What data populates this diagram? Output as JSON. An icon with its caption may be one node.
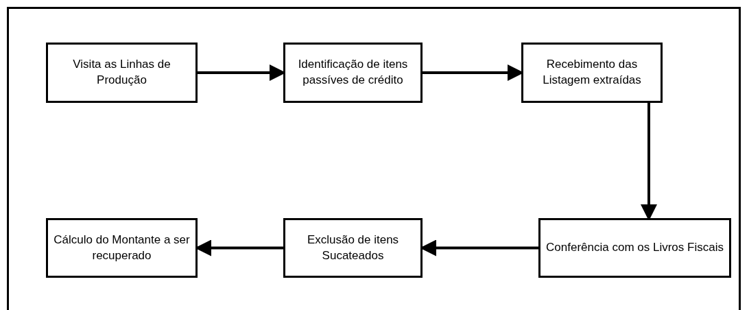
{
  "diagram": {
    "nodes": [
      {
        "text": [
          "Visita as Linhas de Produção"
        ]
      },
      {
        "text": [
          "Identificação de itens passíves de crédito"
        ]
      },
      {
        "text": [
          "Recebimento das Listagem extraídas"
        ]
      },
      {
        "text": [
          "Cálculo do Montante a ser recuperado"
        ]
      },
      {
        "text": [
          "Exclusão de itens Sucateados"
        ]
      },
      {
        "text": [
          "Conferência com os Livros Fiscais"
        ]
      }
    ],
    "edges": [
      {
        "from": 0,
        "to": 1,
        "arrow": "to"
      },
      {
        "from": 1,
        "to": 2,
        "arrow": "to"
      },
      {
        "from": 2,
        "to": 5,
        "arrow": "to"
      },
      {
        "from": 5,
        "to": 4,
        "arrow": "to"
      },
      {
        "from": 4,
        "to": 3,
        "arrow": "to"
      }
    ]
  }
}
